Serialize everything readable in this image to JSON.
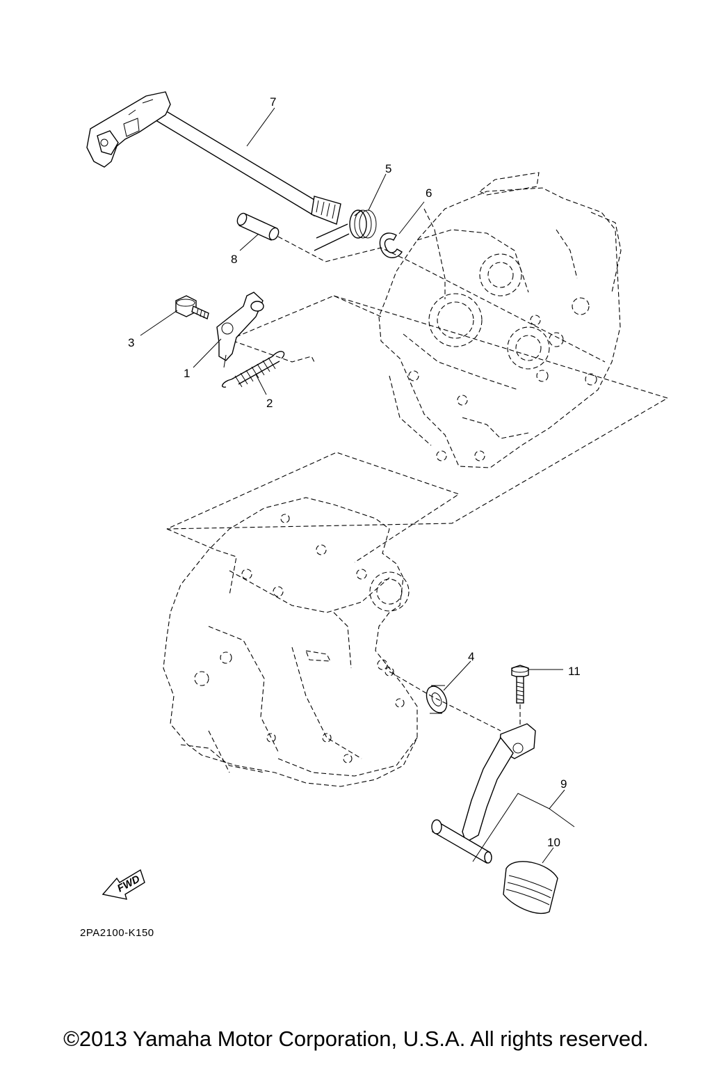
{
  "diagram": {
    "part_numbers": [
      "1",
      "2",
      "3",
      "4",
      "5",
      "6",
      "7",
      "8",
      "9",
      "10",
      "11"
    ],
    "diagram_code": "2PA2100-K150",
    "fwd_label": "FWD"
  },
  "footer": {
    "copyright": "©2013 Yamaha Motor Corporation, U.S.A. All rights reserved."
  }
}
